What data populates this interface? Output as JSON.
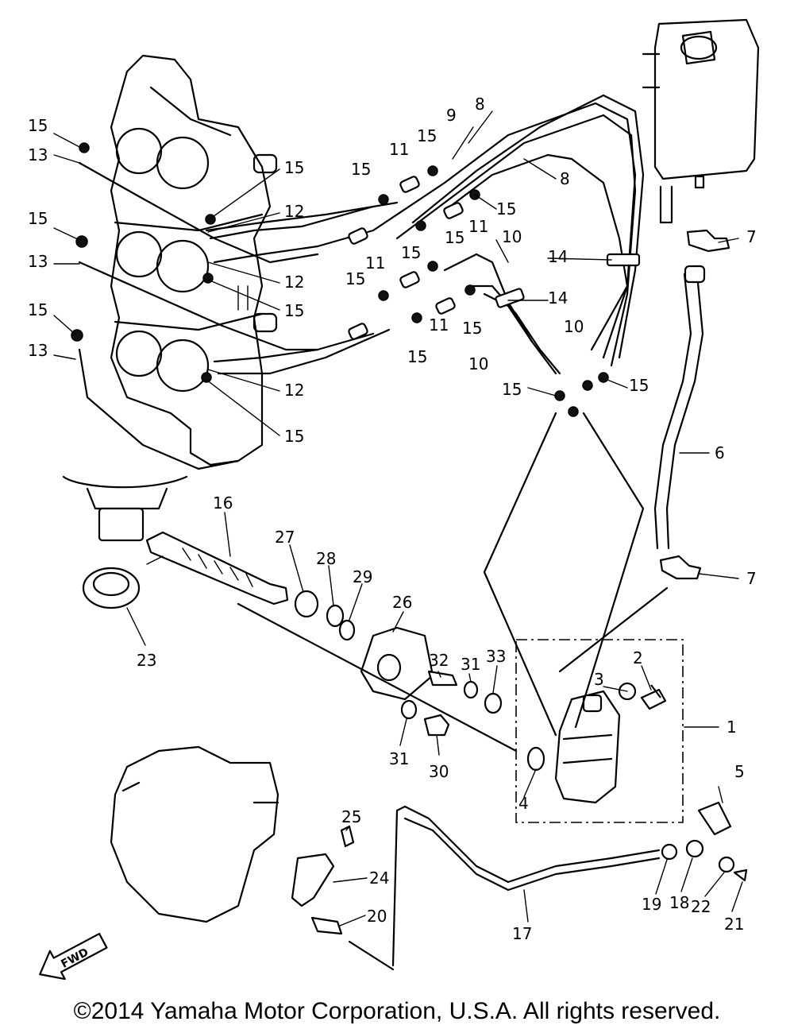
{
  "copyright": "©2014 Yamaha Motor Corporation, U.S.A. All rights reserved.",
  "direction_arrow": "FWD",
  "callouts": [
    "1",
    "2",
    "3",
    "4",
    "5",
    "6",
    "7",
    "8",
    "9",
    "10",
    "11",
    "12",
    "13",
    "14",
    "15",
    "16",
    "17",
    "18",
    "19",
    "20",
    "21",
    "22",
    "23",
    "24",
    "25",
    "26",
    "27",
    "28",
    "29",
    "30",
    "31",
    "32",
    "33"
  ]
}
